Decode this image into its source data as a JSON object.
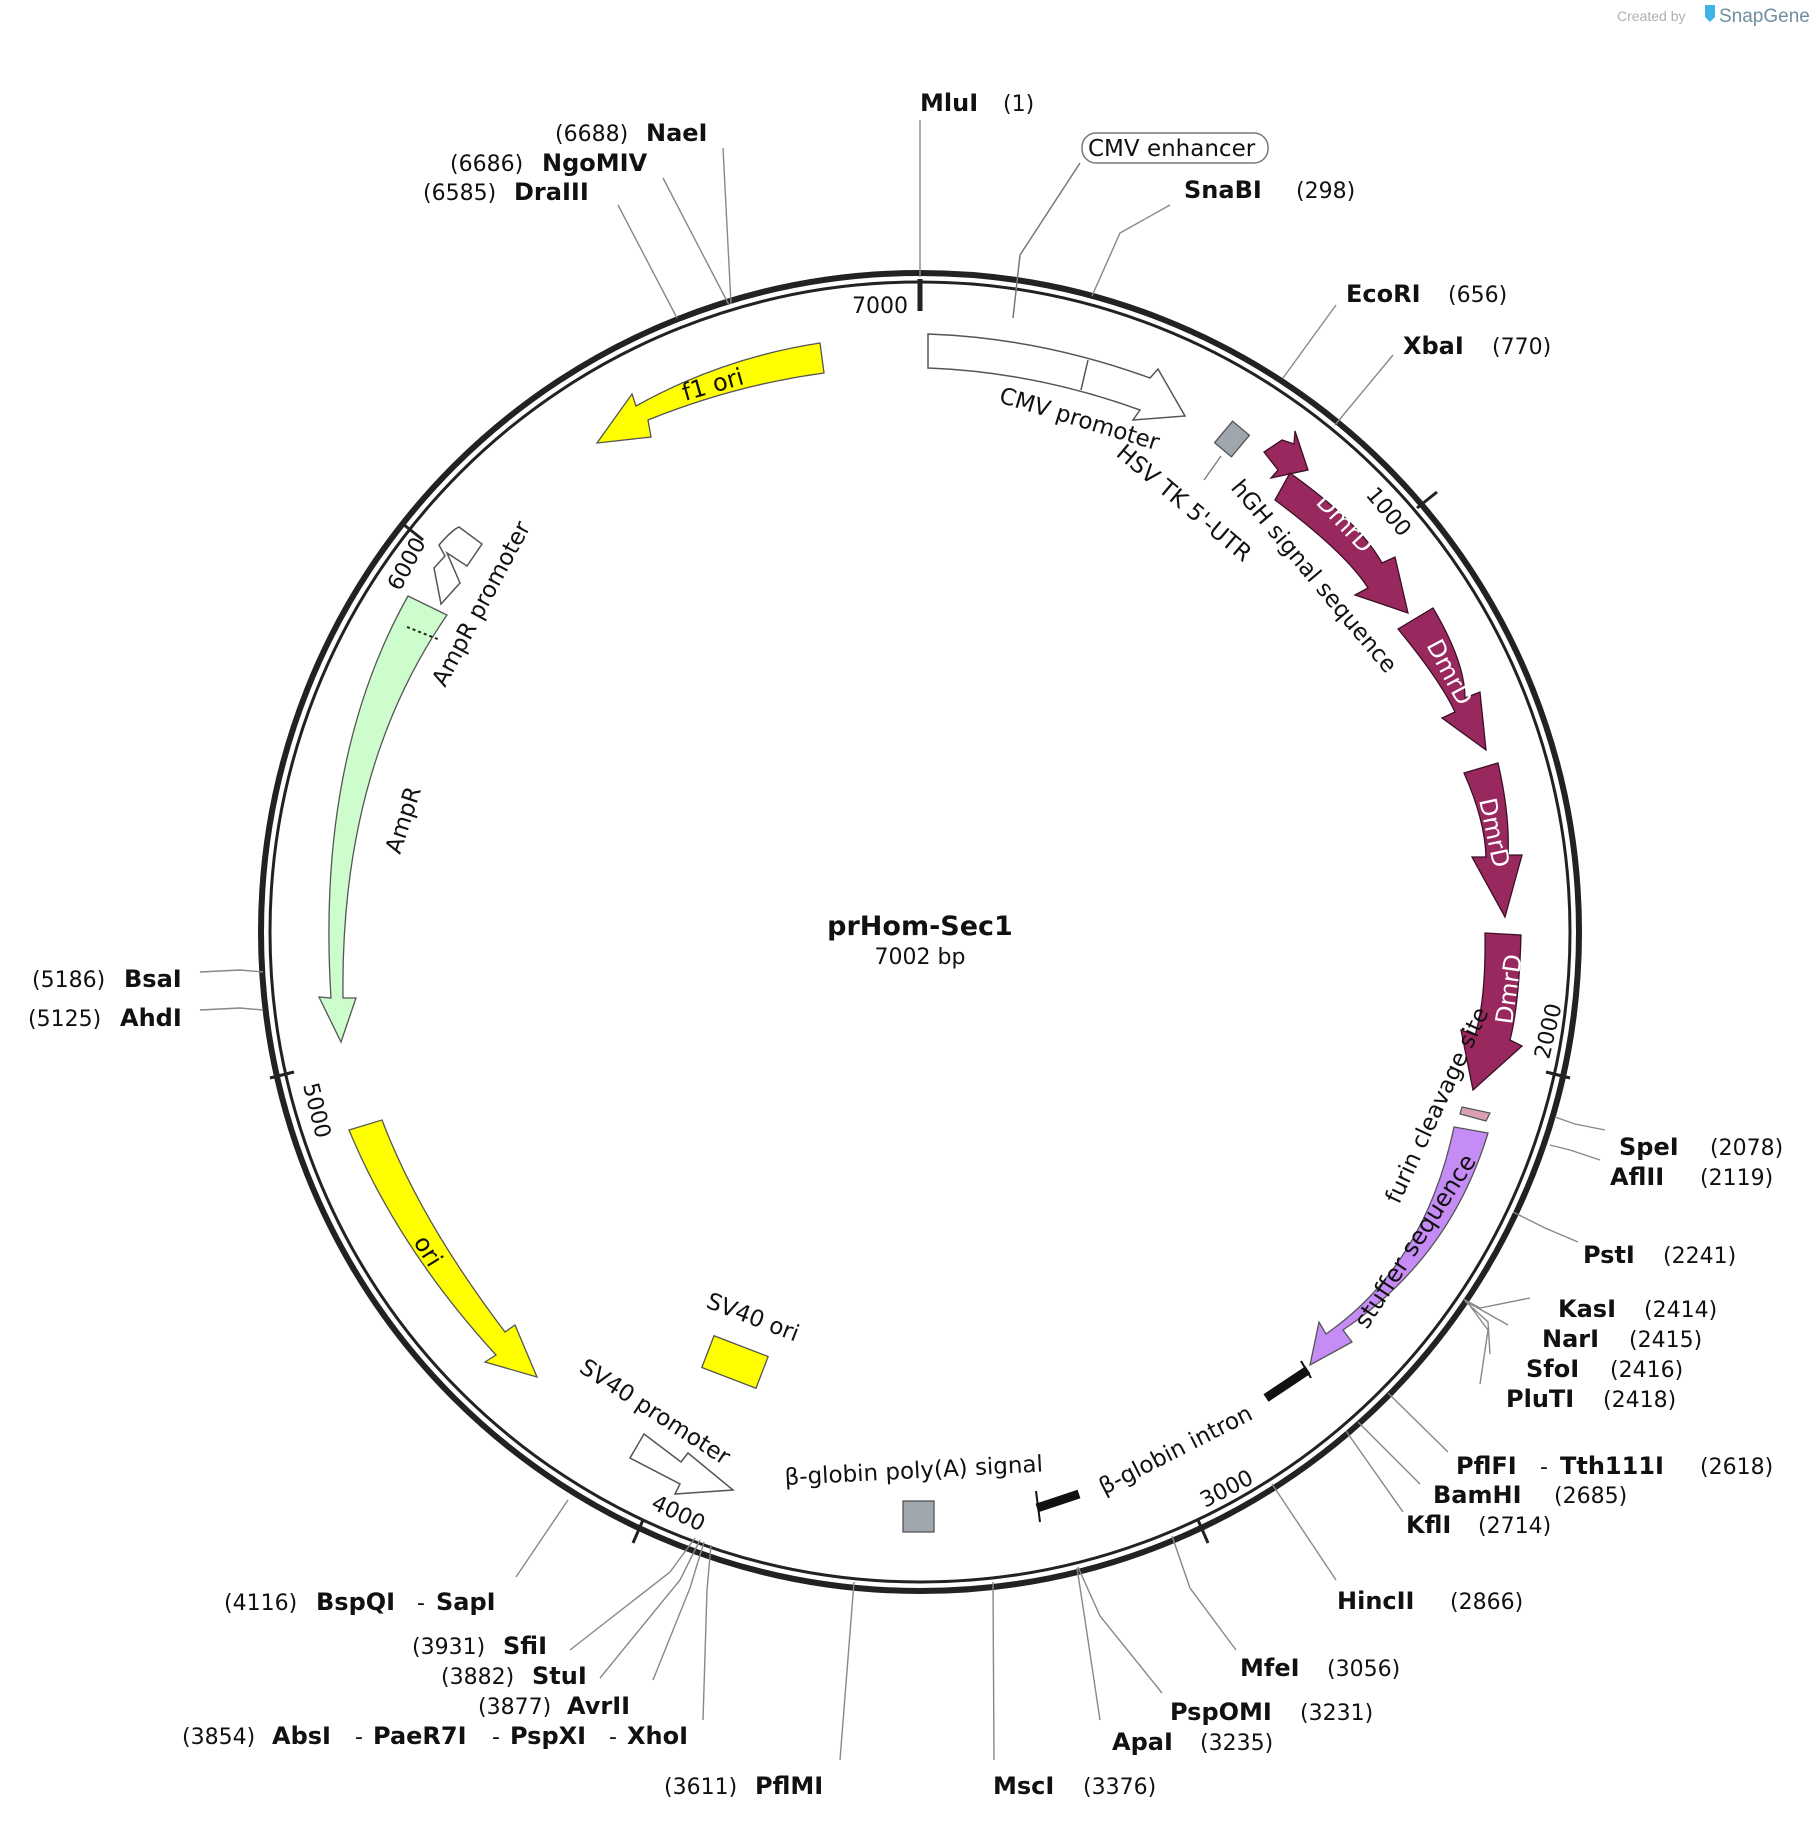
{
  "credit": {
    "created_by": "Created by",
    "brand": "SnapGene"
  },
  "plasmid": {
    "name": "prHom-Sec1",
    "length_label": "7002 bp",
    "length": 7002
  },
  "ticks": [
    "7000",
    "1000",
    "2000",
    "3000",
    "4000",
    "5000",
    "6000"
  ],
  "sites": [
    {
      "id": "mlui",
      "enzymes": [
        "MluI"
      ],
      "pos": "(1)"
    },
    {
      "id": "snabi",
      "enzymes": [
        "SnaBI"
      ],
      "pos": "(298)"
    },
    {
      "id": "ecori",
      "enzymes": [
        "EcoRI"
      ],
      "pos": "(656)"
    },
    {
      "id": "xbai",
      "enzymes": [
        "XbaI"
      ],
      "pos": "(770)"
    },
    {
      "id": "spei",
      "enzymes": [
        "SpeI"
      ],
      "pos": "(2078)"
    },
    {
      "id": "aflii",
      "enzymes": [
        "AflII"
      ],
      "pos": "(2119)"
    },
    {
      "id": "psti",
      "enzymes": [
        "PstI"
      ],
      "pos": "(2241)"
    },
    {
      "id": "kasi",
      "enzymes": [
        "KasI"
      ],
      "pos": "(2414)"
    },
    {
      "id": "nari",
      "enzymes": [
        "NarI"
      ],
      "pos": "(2415)"
    },
    {
      "id": "sfoi",
      "enzymes": [
        "SfoI"
      ],
      "pos": "(2416)"
    },
    {
      "id": "pluti",
      "enzymes": [
        "PluTI"
      ],
      "pos": "(2418)"
    },
    {
      "id": "pflfi",
      "enzymes": [
        "PflFI",
        "Tth111I"
      ],
      "pos": "(2618)"
    },
    {
      "id": "bamhi",
      "enzymes": [
        "BamHI"
      ],
      "pos": "(2685)"
    },
    {
      "id": "kfli",
      "enzymes": [
        "KflI"
      ],
      "pos": "(2714)"
    },
    {
      "id": "hincii",
      "enzymes": [
        "HincII"
      ],
      "pos": "(2866)"
    },
    {
      "id": "mfei",
      "enzymes": [
        "MfeI"
      ],
      "pos": "(3056)"
    },
    {
      "id": "pspomi",
      "enzymes": [
        "PspOMI"
      ],
      "pos": "(3231)"
    },
    {
      "id": "apai",
      "enzymes": [
        "ApaI"
      ],
      "pos": "(3235)"
    },
    {
      "id": "msci",
      "enzymes": [
        "MscI"
      ],
      "pos": "(3376)"
    },
    {
      "id": "pflmi",
      "enzymes": [
        "PflMI"
      ],
      "pos": "(3611)"
    },
    {
      "id": "absi",
      "enzymes": [
        "AbsI",
        "PaeR7I",
        "PspXI",
        "XhoI"
      ],
      "pos": "(3854)"
    },
    {
      "id": "avrii",
      "enzymes": [
        "AvrII"
      ],
      "pos": "(3877)"
    },
    {
      "id": "stui",
      "enzymes": [
        "StuI"
      ],
      "pos": "(3882)"
    },
    {
      "id": "sfii",
      "enzymes": [
        "SfiI"
      ],
      "pos": "(3931)"
    },
    {
      "id": "bspqi",
      "enzymes": [
        "BspQI",
        "SapI"
      ],
      "pos": "(4116)"
    },
    {
      "id": "ahdi",
      "enzymes": [
        "AhdI"
      ],
      "pos": "(5125)"
    },
    {
      "id": "bsai",
      "enzymes": [
        "BsaI"
      ],
      "pos": "(5186)"
    },
    {
      "id": "draiii",
      "enzymes": [
        "DraIII"
      ],
      "pos": "(6585)"
    },
    {
      "id": "ngomiv",
      "enzymes": [
        "NgoMIV"
      ],
      "pos": "(6686)"
    },
    {
      "id": "naei",
      "enzymes": [
        "NaeI"
      ],
      "pos": "(6688)"
    }
  ],
  "features": {
    "cmv_enhancer": "CMV enhancer",
    "cmv_promoter": "CMV promoter",
    "hsv_tk_utr": "HSV TK 5'-UTR",
    "hgh_signal": "hGH signal sequence",
    "dmrd": [
      "DmrD",
      "DmrD",
      "DmrD",
      "DmrD"
    ],
    "furin": "furin cleavage site",
    "stuffer": "stuffer sequence",
    "bglobin_intron": "β-globin intron",
    "bglobin_polya": "β-globin poly(A) signal",
    "sv40_promoter": "SV40 promoter",
    "sv40_ori": "SV40 ori",
    "ori": "ori",
    "ampr": "AmpR",
    "ampr_promoter": "AmpR promoter",
    "f1_ori": "f1 ori"
  },
  "colors": {
    "backbone": "#222222",
    "dmrd": "#99285e",
    "stuffer": "#c58cf5",
    "furin": "#d9a0b4",
    "ori": "#ffff00",
    "ampr": "#cdfccd",
    "grey_box": "#a0a6ad",
    "promoter": "#ffffff",
    "brand": "#3fb4e6"
  }
}
